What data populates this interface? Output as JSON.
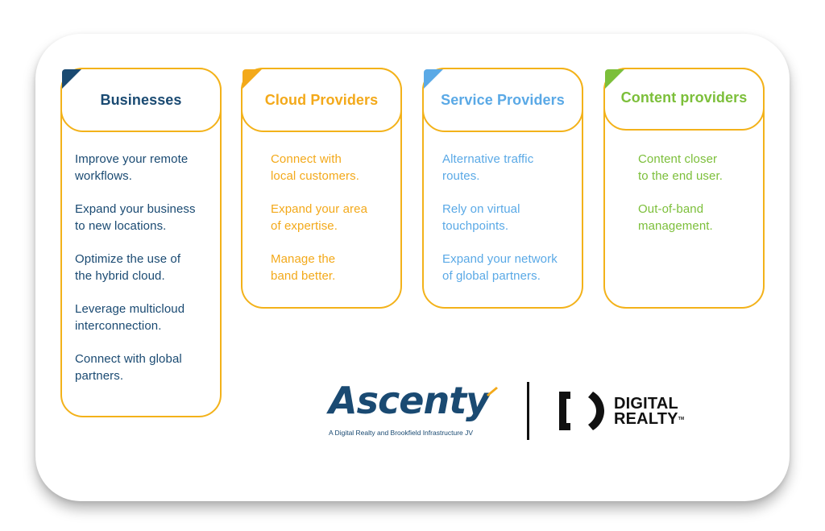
{
  "cards": [
    {
      "title": "Businesses",
      "color": "#1a4a72",
      "corner_color": "#1a4a72",
      "items": [
        "Improve your remote\nworkflows.",
        "Expand your business\nto new locations.",
        "Optimize the use of\nthe hybrid cloud.",
        "Leverage multicloud\ninterconnection.",
        "Connect with global\npartners."
      ]
    },
    {
      "title": "Cloud Providers",
      "color": "#f3a91a",
      "corner_color": "#f3a91a",
      "items": [
        "Connect with\nlocal customers.",
        "Expand your area\nof expertise.",
        "Manage the\nband better."
      ]
    },
    {
      "title": "Service Providers",
      "color": "#5aa9e6",
      "corner_color": "#5aa9e6",
      "items": [
        "Alternative traffic\nroutes.",
        "Rely on virtual\ntouchpoints.",
        "Expand your network\nof global partners."
      ]
    },
    {
      "title": "Content providers",
      "color": "#7cbf3a",
      "corner_color": "#7cbf3a",
      "items": [
        "Content closer\nto the end user.",
        "Out-of-band\nmanagement."
      ]
    }
  ],
  "logos": {
    "ascenty_name": "Ascenty",
    "ascenty_tagline": "A Digital Realty and Brookfield Infrastructure JV",
    "digital_realty_line1": "DIGITAL",
    "digital_realty_line2": "REALTY",
    "digital_realty_tm": "TM"
  },
  "border_color": "#f3b21a"
}
